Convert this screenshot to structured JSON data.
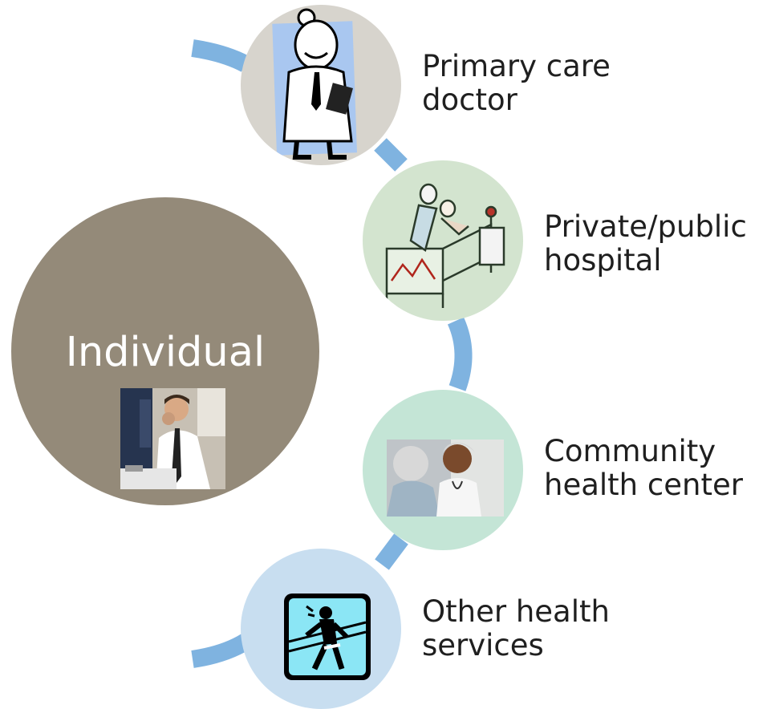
{
  "center": {
    "label": "Individual",
    "image": "office-worker-photo",
    "color": "#948a79"
  },
  "connector_color": "#7fb3e0",
  "nodes": [
    {
      "id": "primary-care",
      "line1": "Primary care",
      "line2": "doctor",
      "image": "doctor-cartoon-icon",
      "fill": "#d7d4cd"
    },
    {
      "id": "hospital",
      "line1": "Private/public",
      "line2": "hospital",
      "image": "hospital-bed-icon",
      "fill": "#d3e4cf"
    },
    {
      "id": "community",
      "line1": "Community",
      "line2": "health center",
      "image": "doctor-patient-photo",
      "fill": "#c4e5d6"
    },
    {
      "id": "other",
      "line1": "Other health",
      "line2": "services",
      "image": "walking-person-icon",
      "fill": "#c8def0"
    }
  ]
}
